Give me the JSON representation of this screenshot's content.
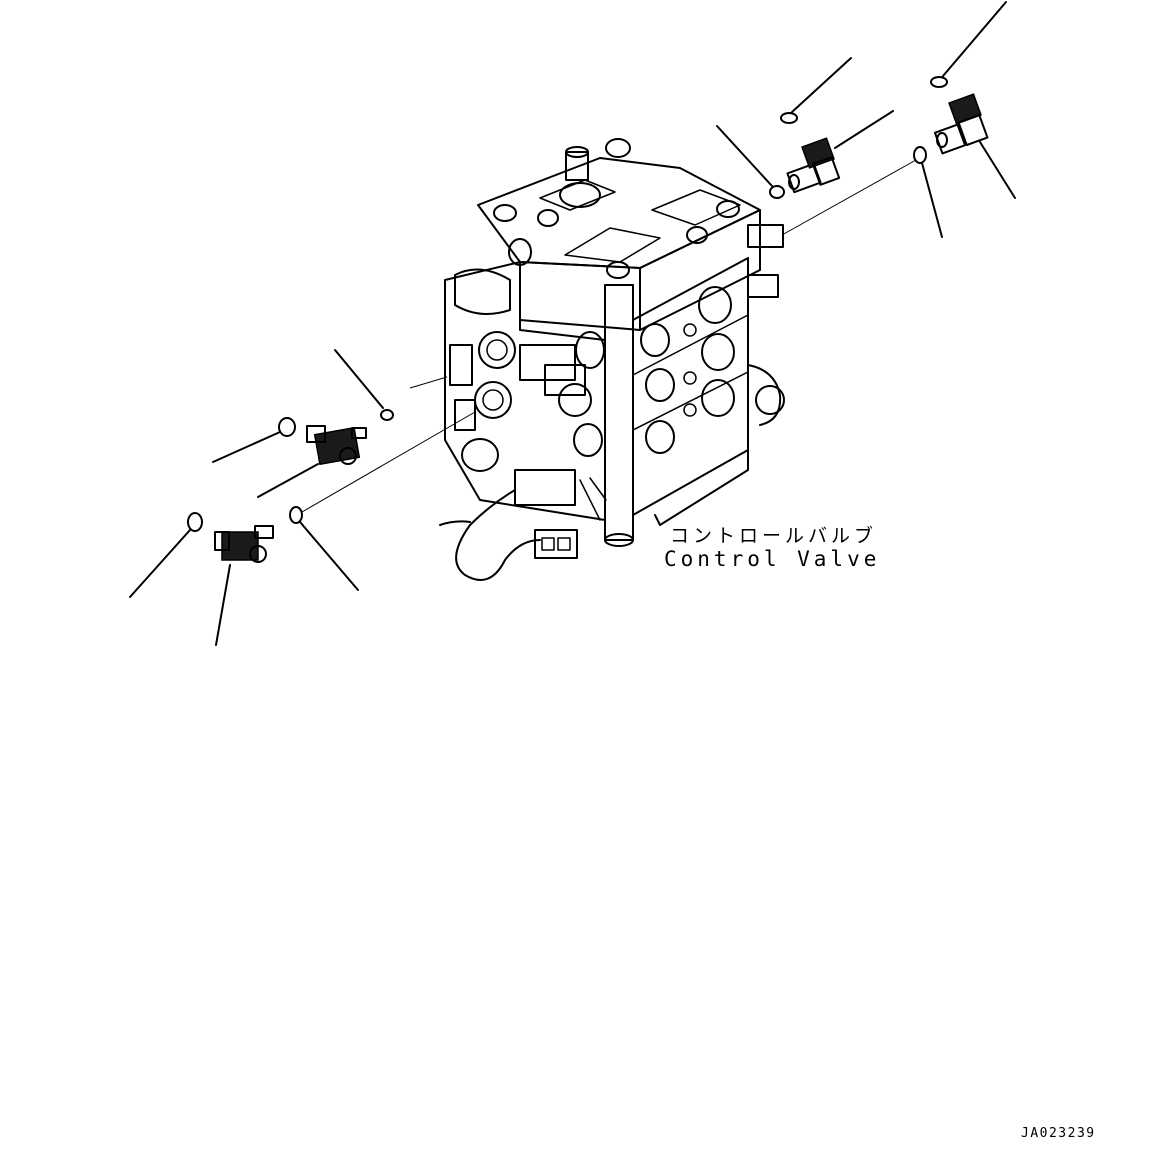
{
  "drawing": {
    "component_label_jp": "コントロールバルブ",
    "component_label_en": "Control Valve",
    "drawing_code": "JA023239"
  },
  "colors": {
    "line": "#000000",
    "background": "#ffffff",
    "fitting_fill": "#1a1a1a"
  },
  "icons": {
    "valve": "control-valve-body",
    "elbow": "elbow-fitting",
    "oring": "o-ring",
    "connector": "electrical-connector"
  }
}
